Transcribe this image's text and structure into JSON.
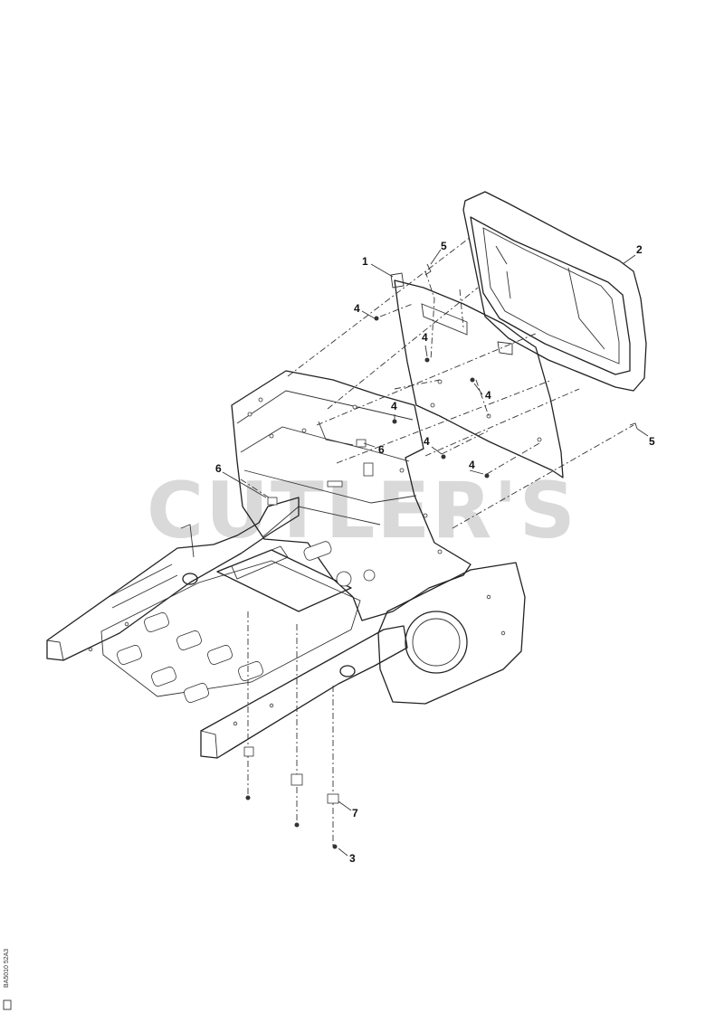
{
  "watermark": "CUTLER'S",
  "drawing_code": "BA5010 52A3",
  "callouts": [
    {
      "id": "c1",
      "label": "1"
    },
    {
      "id": "c2",
      "label": "2"
    },
    {
      "id": "c3",
      "label": "3"
    },
    {
      "id": "c4a",
      "label": "4"
    },
    {
      "id": "c4b",
      "label": "4"
    },
    {
      "id": "c4c",
      "label": "4"
    },
    {
      "id": "c4d",
      "label": "4"
    },
    {
      "id": "c4e",
      "label": "4"
    },
    {
      "id": "c4f",
      "label": "4"
    },
    {
      "id": "c5a",
      "label": "5"
    },
    {
      "id": "c5b",
      "label": "5"
    },
    {
      "id": "c6a",
      "label": "6"
    },
    {
      "id": "c6b",
      "label": "6"
    },
    {
      "id": "c7",
      "label": "7"
    }
  ]
}
